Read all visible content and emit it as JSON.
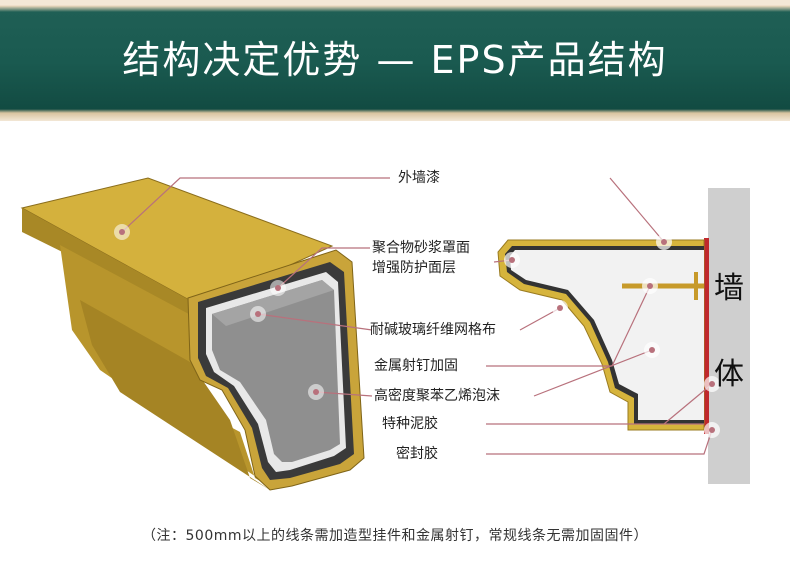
{
  "title": "结构决定优势 — EPS产品结构",
  "labels": {
    "exterior_paint": "外墙漆",
    "polymer_mortar_line1": "聚合物砂浆罩面",
    "polymer_mortar_line2": "增强防护面层",
    "fiberglass_mesh": "耐碱玻璃纤维网格布",
    "metal_nail": "金属射钉加固",
    "eps_foam": "高密度聚苯乙烯泡沫",
    "special_mud": "特种泥胶",
    "sealant": "密封胶"
  },
  "wall": {
    "char_top": "墙",
    "char_bottom": "体"
  },
  "note": "（注：500mm以上的线条需加造型挂件和金属射钉，常规线条无需加固固件）",
  "colors": {
    "banner": "#1a5a50",
    "paint_yellow": "#c9a43a",
    "mortar_dark": "#3b3b3b",
    "foam_gray": "#8f8f8f",
    "wall_gray": "#cfcfcf",
    "wall_red_line": "#c0282d",
    "leader_line": "#b8717c"
  }
}
